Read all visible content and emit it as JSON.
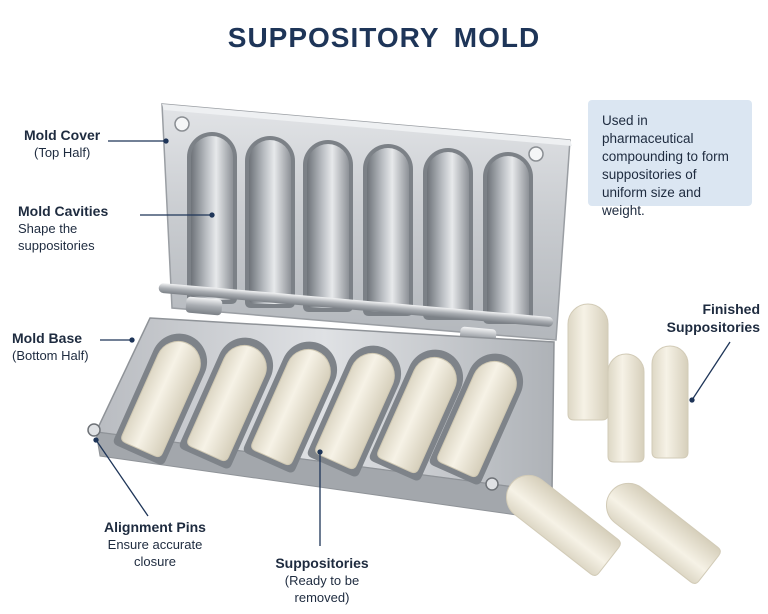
{
  "title": "SUPPOSITORY  MOLD",
  "info_box": "Used in pharmaceutical compounding to form suppositories of uniform size and weight.",
  "labels": {
    "mold_cover": {
      "title": "Mold Cover",
      "sub": "(Top Half)"
    },
    "mold_cavities": {
      "title": "Mold Cavities",
      "sub1": "Shape the",
      "sub2": "suppositories"
    },
    "mold_base": {
      "title": "Mold Base",
      "sub": "(Bottom Half)"
    },
    "alignment_pins": {
      "title": "Alignment Pins",
      "sub1": "Ensure accurate",
      "sub2": "closure"
    },
    "suppositories": {
      "title": "Suppositories",
      "sub": "(Ready to be removed)"
    },
    "finished": {
      "title1": "Finished",
      "title2": "Suppositories"
    }
  },
  "colors": {
    "title": "#1e3558",
    "leader": "#1e3558",
    "metal_light": "#d7d9dc",
    "metal_dark": "#9da1a6",
    "suppository": "#efeadc",
    "info_bg": "#dbe6f2"
  }
}
